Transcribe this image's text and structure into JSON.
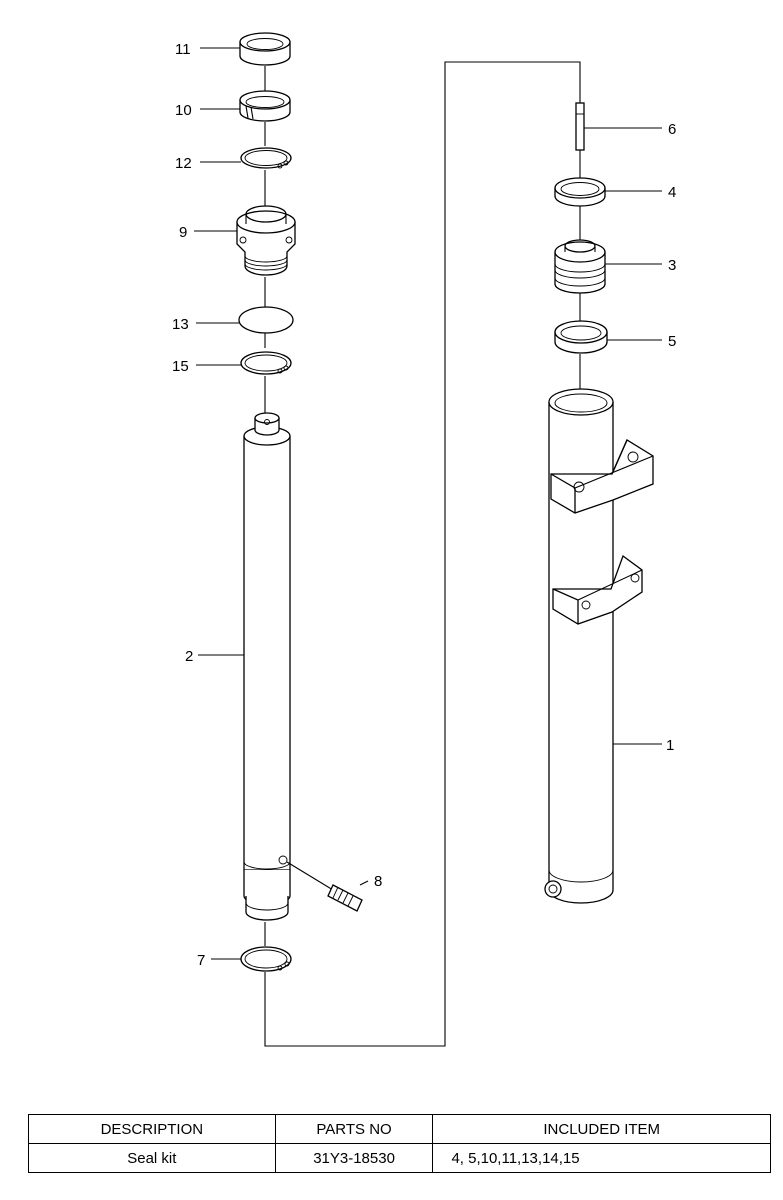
{
  "callouts": {
    "p11": "11",
    "p10": "10",
    "p12": "12",
    "p9": "9",
    "p13": "13",
    "p15": "15",
    "p2": "2",
    "p8": "8",
    "p7": "7",
    "p6": "6",
    "p4": "4",
    "p3": "3",
    "p5": "5",
    "p1": "1"
  },
  "table": {
    "headers": {
      "description": "DESCRIPTION",
      "parts_no": "PARTS NO",
      "included_item": "INCLUDED ITEM"
    },
    "rows": [
      {
        "description": "Seal kit",
        "parts_no": "31Y3-18530",
        "included_item": "4, 5,10,11,13,14,15"
      }
    ]
  }
}
